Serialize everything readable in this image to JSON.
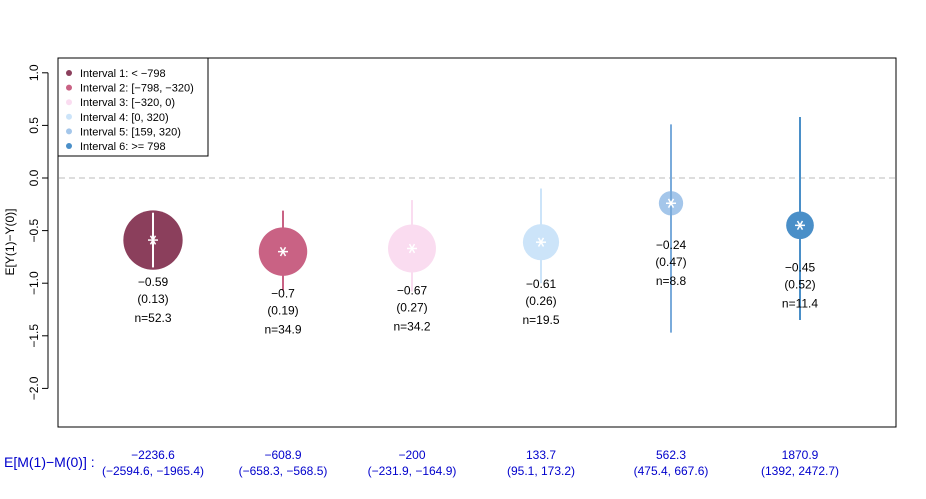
{
  "chart_data": {
    "type": "scatter",
    "ylabel": "E[Y(1)−Y(0)]",
    "ylim": [
      -2.35,
      1.12
    ],
    "yticks": [
      1.0,
      0.5,
      0.0,
      -0.5,
      -1.0,
      -1.5,
      -2.0
    ],
    "ytick_labels": [
      "1.0",
      "0.5",
      "0.0",
      "−0.5",
      "−1.0",
      "−1.5",
      "−2.0"
    ],
    "reference_line": 0,
    "legend_position": "top-left",
    "legend": [
      {
        "label": "Interval 1: < −798",
        "color": "#8B3F5C"
      },
      {
        "label": "Interval 2: [−798, −320)",
        "color": "#C96284"
      },
      {
        "label": "Interval 3: [−320, 0)",
        "color": "#FADCF0"
      },
      {
        "label": "Interval 4: [0, 320)",
        "color": "#CCE4F9"
      },
      {
        "label": "Interval 5: [159, 320)",
        "color": "#A4C6EA"
      },
      {
        "label": "Interval 6: >= 798",
        "color": "#4A8FC8"
      }
    ],
    "points": [
      {
        "estimate": -0.59,
        "est_label": "−0.59",
        "se_label": "(0.13)",
        "n_label": "n=52.3",
        "n": 52.3,
        "ci": [
          -0.85,
          -0.33
        ],
        "color": "#8B3F5C",
        "line_color": "#ffffff"
      },
      {
        "estimate": -0.7,
        "est_label": "−0.7",
        "se_label": "(0.19)",
        "n_label": "n=34.9",
        "n": 34.9,
        "ci": [
          -1.07,
          -0.31
        ],
        "color": "#C96284",
        "line_color": "#C96284"
      },
      {
        "estimate": -0.67,
        "est_label": "−0.67",
        "se_label": "(0.27)",
        "n_label": "n=34.2",
        "n": 34.2,
        "ci": [
          -1.08,
          -0.21
        ],
        "color": "#FADCF0",
        "line_color": "#FADCF0"
      },
      {
        "estimate": -0.61,
        "est_label": "−0.61",
        "se_label": "(0.26)",
        "n_label": "n=19.5",
        "n": 19.5,
        "ci": [
          -1.0,
          -0.1
        ],
        "color": "#CCE4F9",
        "line_color": "#CCE4F9"
      },
      {
        "estimate": -0.24,
        "est_label": "−0.24",
        "se_label": "(0.47)",
        "n_label": "n=8.8",
        "n": 8.8,
        "ci": [
          -1.47,
          0.51
        ],
        "color": "#A4C6EA",
        "line_color": "#7AABDB"
      },
      {
        "estimate": -0.45,
        "est_label": "−0.45",
        "se_label": "(0.52)",
        "n_label": "n=11.4",
        "n": 11.4,
        "ci": [
          -1.35,
          0.58
        ],
        "color": "#4A8FC8",
        "line_color": "#4A8FC8"
      }
    ],
    "mediator_label": "E[M(1)−M(0)] :",
    "mediator": [
      {
        "value": "−2236.6",
        "ci": "(−2594.6, −1965.4)"
      },
      {
        "value": "−608.9",
        "ci": "(−658.3, −568.5)"
      },
      {
        "value": "−200",
        "ci": "(−231.9, −164.9)"
      },
      {
        "value": "133.7",
        "ci": "(95.1, 173.2)"
      },
      {
        "value": "562.3",
        "ci": "(475.4, 667.6)"
      },
      {
        "value": "1870.9",
        "ci": "(1392, 2472.7)"
      }
    ],
    "mediator_color": "#0000CC"
  }
}
